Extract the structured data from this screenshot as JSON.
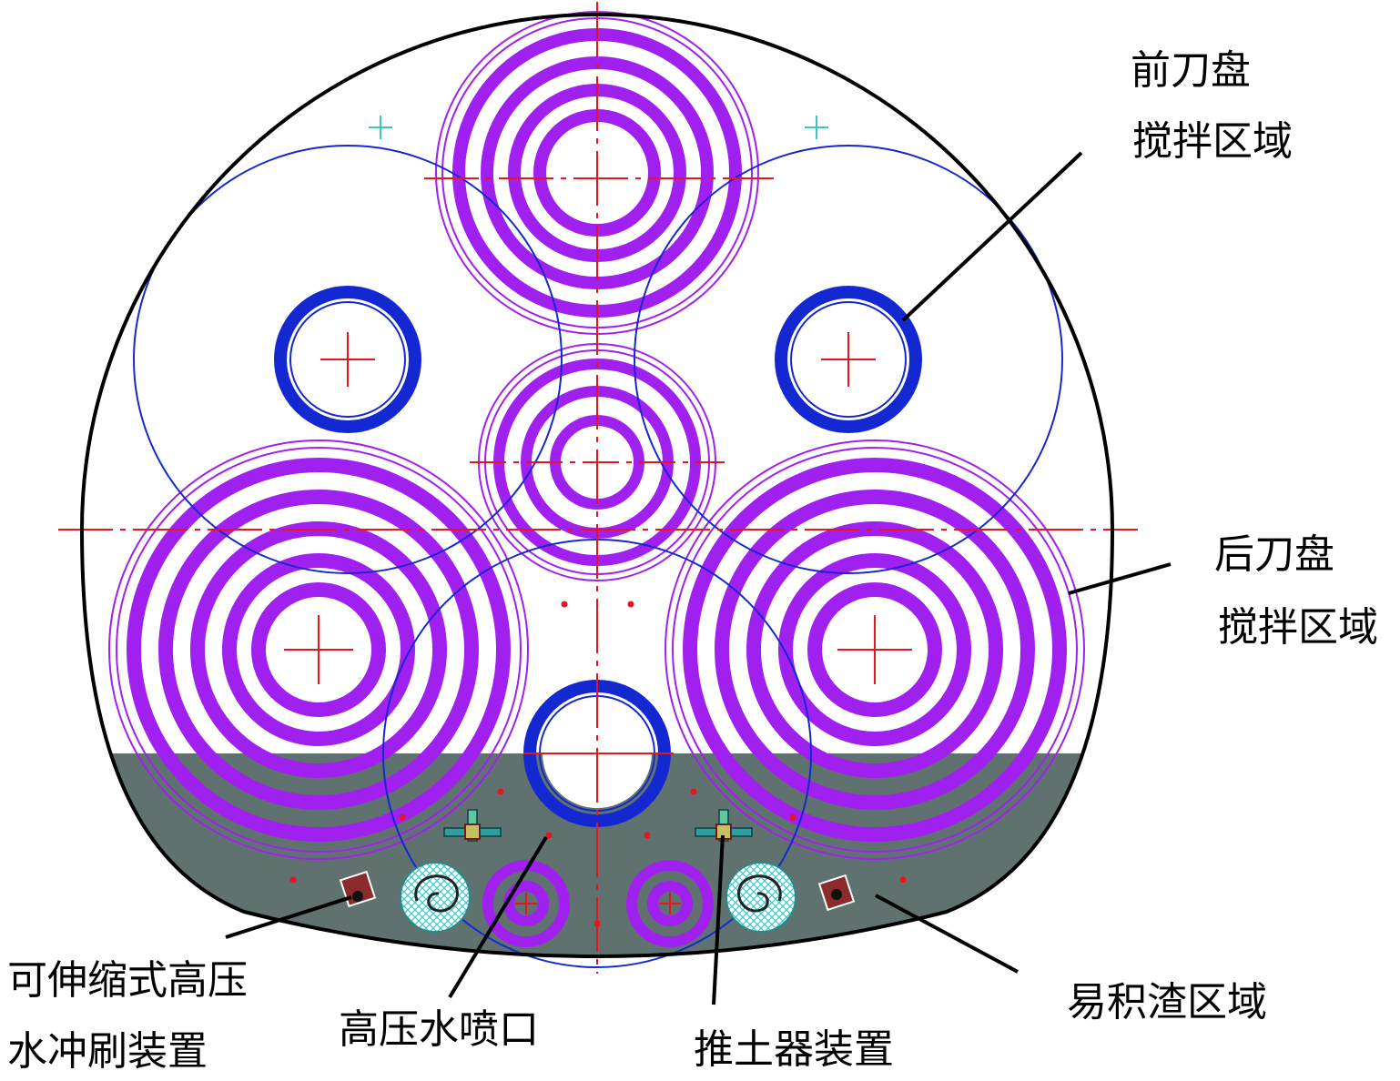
{
  "labels": {
    "front_cutterhead_1": "前刀盘",
    "front_cutterhead_2": "搅拌区域",
    "rear_cutterhead_1": "后刀盘",
    "rear_cutterhead_2": "搅拌区域",
    "flushing_1": "可伸缩式高压",
    "flushing_2": "水冲刷装置",
    "nozzle": "高压水喷口",
    "pusher": "推土器装置",
    "muck": "易积渣区域"
  },
  "colors": {
    "outline": "#000000",
    "ring_magenta": "#a020f0",
    "ring_blue": "#1428d2",
    "centerline_red": "#e8141e",
    "muck_zone": "#5f7270",
    "mesh_cyan": "#3ac6c6"
  }
}
